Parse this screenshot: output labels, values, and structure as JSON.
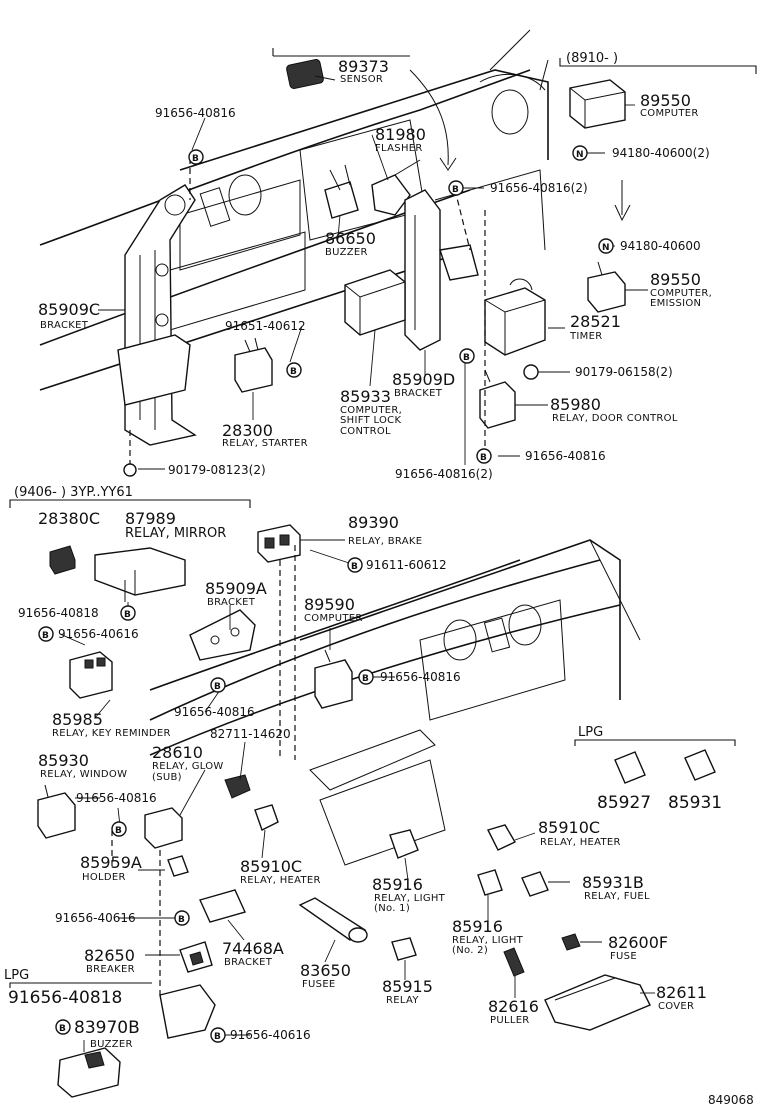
{
  "sections": {
    "top_right_range": "(8910-      )",
    "mid_left_range": "(9406-      )  3YP..YY61",
    "lpg_right": "LPG",
    "lpg_left": "LPG"
  },
  "fasteners": {
    "B": "B",
    "N": "N"
  },
  "footer": {
    "code": "849068"
  },
  "labels": [
    {
      "id": "p89373",
      "num": "89373",
      "desc": "SENSOR"
    },
    {
      "id": "f91656_top",
      "num": "91656-40816"
    },
    {
      "id": "p81980",
      "num": "81980",
      "desc": "FLASHER"
    },
    {
      "id": "f91656_mid2",
      "num": "91656-40816(2)"
    },
    {
      "id": "p86650",
      "num": "86650",
      "desc": "BUZZER"
    },
    {
      "id": "p85909c",
      "num": "85909C",
      "desc": "BRACKET"
    },
    {
      "id": "f91651",
      "num": "91651-40612"
    },
    {
      "id": "p28300",
      "num": "28300",
      "desc": "RELAY, STARTER"
    },
    {
      "id": "f90179_08123",
      "num": "90179-08123(2)"
    },
    {
      "id": "p85933",
      "num": "85933",
      "desc": "COMPUTER,",
      "desc2": "SHIFT LOCK",
      "desc3": "CONTROL"
    },
    {
      "id": "p85909d",
      "num": "85909D",
      "desc": "BRACKET"
    },
    {
      "id": "p89550_top",
      "num": "89550",
      "desc": "COMPUTER"
    },
    {
      "id": "f94180_2",
      "num": "94180-40600(2)"
    },
    {
      "id": "f94180",
      "num": "94180-40600"
    },
    {
      "id": "p89550_em",
      "num": "89550",
      "desc": "COMPUTER,",
      "desc2": "EMISSION"
    },
    {
      "id": "p28521",
      "num": "28521",
      "desc": "TIMER"
    },
    {
      "id": "f90179_06158",
      "num": "90179-06158(2)"
    },
    {
      "id": "p85980",
      "num": "85980",
      "desc": "RELAY, DOOR CONTROL"
    },
    {
      "id": "f91656_b2",
      "num": "91656-40816(2)"
    },
    {
      "id": "f91656_b",
      "num": "91656-40816"
    },
    {
      "id": "p28380c",
      "num": "28380C"
    },
    {
      "id": "p87989",
      "num": "87989",
      "desc": "RELAY, MIRROR"
    },
    {
      "id": "p89390",
      "num": "89390",
      "desc": "RELAY, BRAKE"
    },
    {
      "id": "f91611",
      "num": "91611-60612"
    },
    {
      "id": "f91656_40818a",
      "num": "91656-40818"
    },
    {
      "id": "f91656_40616a",
      "num": "91656-40616"
    },
    {
      "id": "p85909a",
      "num": "85909A",
      "desc": "BRACKET"
    },
    {
      "id": "p89590",
      "num": "89590",
      "desc": "COMPUTER"
    },
    {
      "id": "f91656_c",
      "num": "91656-40816"
    },
    {
      "id": "p85985",
      "num": "85985",
      "desc": "RELAY, KEY REMINDER"
    },
    {
      "id": "f91656_d",
      "num": "91656-40816"
    },
    {
      "id": "p82711",
      "num": "82711-14620"
    },
    {
      "id": "p85930",
      "num": "85930",
      "desc": "RELAY, WINDOW"
    },
    {
      "id": "f91656_e",
      "num": "91656-40816"
    },
    {
      "id": "p28610",
      "num": "28610",
      "desc": "RELAY, GLOW",
      "desc2": "(SUB)"
    },
    {
      "id": "p85927",
      "num": "85927"
    },
    {
      "id": "p85931",
      "num": "85931"
    },
    {
      "id": "p85910c_a",
      "num": "85910C",
      "desc": "RELAY, HEATER"
    },
    {
      "id": "p85959a",
      "num": "85959A",
      "desc": "HOLDER"
    },
    {
      "id": "p85910c_b",
      "num": "85910C",
      "desc": "RELAY, HEATER"
    },
    {
      "id": "p85916_1",
      "num": "85916",
      "desc": "RELAY, LIGHT",
      "desc2": "(No. 1)"
    },
    {
      "id": "p85931b",
      "num": "85931B",
      "desc": "RELAY, FUEL"
    },
    {
      "id": "f91656_40616b",
      "num": "91656-40616"
    },
    {
      "id": "p74468a",
      "num": "74468A",
      "desc": "BRACKET"
    },
    {
      "id": "p85916_2",
      "num": "85916",
      "desc": "RELAY, LIGHT",
      "desc2": "(No. 2)"
    },
    {
      "id": "p82600f",
      "num": "82600F",
      "desc": "FUSE"
    },
    {
      "id": "p82650",
      "num": "82650",
      "desc": "BREAKER"
    },
    {
      "id": "p83650",
      "num": "83650",
      "desc": "FUSEE"
    },
    {
      "id": "p85915",
      "num": "85915",
      "desc": "RELAY"
    },
    {
      "id": "p82616",
      "num": "82616",
      "desc": "PULLER"
    },
    {
      "id": "p82611",
      "num": "82611",
      "desc": "COVER"
    },
    {
      "id": "f91656_40818b",
      "num": "91656-40818"
    },
    {
      "id": "p83970b",
      "num": "83970B",
      "desc": "BUZZER"
    },
    {
      "id": "f91656_40616c",
      "num": "91656-40616"
    }
  ]
}
